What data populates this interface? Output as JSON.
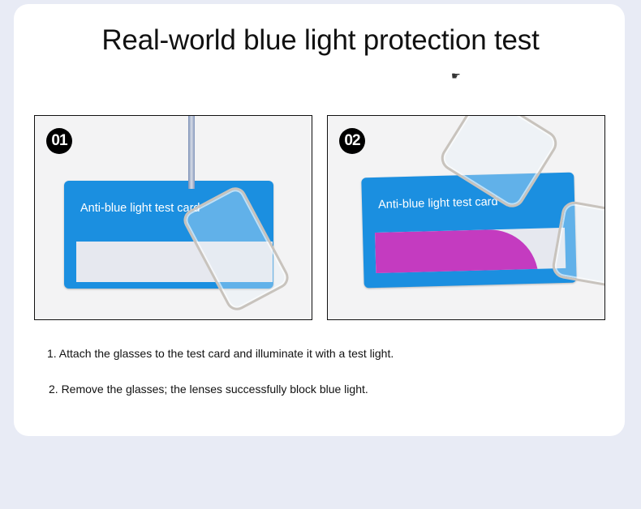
{
  "page": {
    "title": "Real-world blue light protection test",
    "background_color": "#e8ebf5",
    "card_color": "#ffffff"
  },
  "photos": [
    {
      "badge": "01",
      "card_label": "Anti-blue light test card",
      "state": "glasses-on-card",
      "strip_color": "#e6e8ef",
      "card_color": "#1b8fe0"
    },
    {
      "badge": "02",
      "card_label": "Anti-blue light test card",
      "state": "glasses-removed",
      "strip_color": "#c43bc0",
      "card_color": "#1b8fe0"
    }
  ],
  "steps": [
    "1. Attach the glasses to the test card and illuminate it with a test light.",
    "2. Remove the glasses; the lenses successfully block blue light."
  ],
  "icons": {
    "cursor": "pointer-hand-icon"
  }
}
